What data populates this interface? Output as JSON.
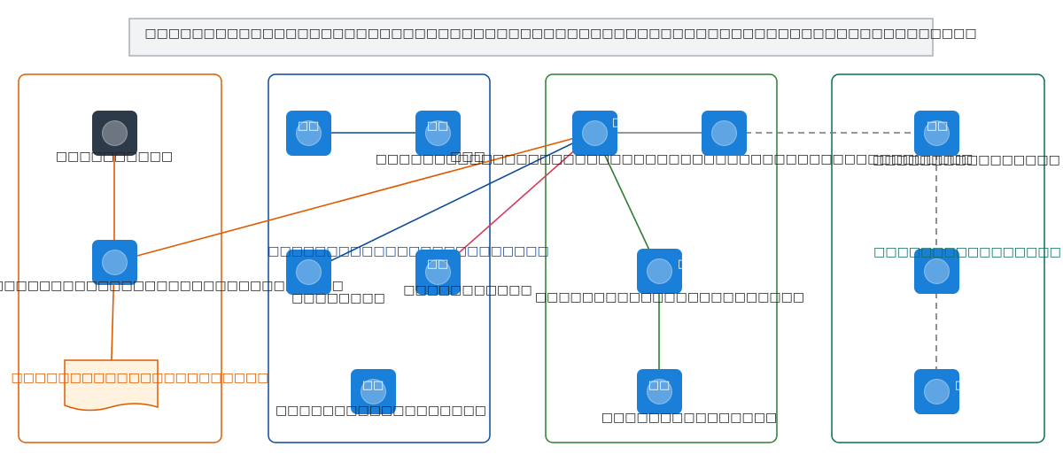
{
  "title": "□□□□□□□□□□□□□□□□□□□□□□□□□□□□□□□□□□□□□□□□□□□□□□□□□□□□□□□□□□□□□□□□□□□□□□□",
  "colors": {
    "orange": "#E05A00",
    "blue": "#0D4A9E",
    "green": "#2E7D32",
    "teal": "#0A6B5A",
    "red": "#D43A5A",
    "gray": "#777777",
    "node_blue": "#1A7FD9",
    "node_dark": "#2D3A4A",
    "doc_fill": "#FFF3E0"
  },
  "groups": [
    {
      "id": "g1",
      "color": "orange"
    },
    {
      "id": "g2",
      "color": "blue"
    },
    {
      "id": "g3",
      "color": "green"
    },
    {
      "id": "g4",
      "color": "teal"
    }
  ],
  "nodes": {
    "g1_user": {
      "label": "□□□□□□□□□□",
      "badge": ""
    },
    "g1_proc": {
      "label": "□□□□□□□□□□□□□□□□□□□□□□□□□□□□□□□□□□",
      "badge": ""
    },
    "g1_doc": {
      "label": "□□□□□□□□□□□□□□□□□□□□□□"
    },
    "g2_a": {
      "label": "",
      "badge": "□□"
    },
    "g2_b": {
      "label": "□□□",
      "badge": "□□"
    },
    "g2_c": {
      "label": "□□□□□□□□",
      "badge": "",
      "annotation": "□□□□□□□□□□□□□□□□□□□□□□□□"
    },
    "g2_d": {
      "label": "□□□□□□□□□□□",
      "badge": "□□"
    },
    "g2_e": {
      "label": "□□□□□□□□□□□□□□□□□□",
      "badge": "□□"
    },
    "g3_a": {
      "label": "□□□□□□□□□□□□□□□□□□□□□□□□□□□□□□□□□□□□□□□□□□□□□□□□□□□",
      "badge": "□"
    },
    "g3_b": {
      "label": "",
      "badge": ""
    },
    "g3_c": {
      "label": "□□□□□□□□□□□□□□□□□□□□□□□",
      "badge": "□"
    },
    "g3_d": {
      "label": "□□□□□□□□□□□□□□□",
      "badge": "□□"
    },
    "g4_a": {
      "label": "□□□□□□□□□□□□□□□□",
      "badge": "□□"
    },
    "g4_b": {
      "label": "",
      "badge": "",
      "annotation": "□□□□□□□□□□□□□□□□"
    },
    "g4_c": {
      "label": "",
      "badge": "□"
    }
  },
  "edges": [
    {
      "from": "g1_user",
      "to": "g1_proc",
      "color": "orange",
      "dashed": false
    },
    {
      "from": "g1_proc",
      "to": "g1_doc",
      "color": "orange",
      "dashed": false
    },
    {
      "from": "g3_a",
      "to": "g1_proc",
      "color": "orange",
      "dashed": false
    },
    {
      "from": "g2_a",
      "to": "g2_b",
      "color": "blue",
      "dashed": false
    },
    {
      "from": "g2_c",
      "to": "g3_a",
      "color": "blue",
      "dashed": false
    },
    {
      "from": "g3_a",
      "to": "g2_d",
      "color": "red",
      "dashed": false
    },
    {
      "from": "g3_a",
      "to": "g3_b",
      "color": "gray",
      "dashed": false
    },
    {
      "from": "g3_a",
      "to": "g3_c",
      "color": "green",
      "dashed": false
    },
    {
      "from": "g3_c",
      "to": "g3_d",
      "color": "green",
      "dashed": false
    },
    {
      "from": "g3_b",
      "to": "g4_a",
      "color": "gray",
      "dashed": true
    },
    {
      "from": "g4_a",
      "to": "g4_b",
      "color": "gray",
      "dashed": true
    },
    {
      "from": "g4_b",
      "to": "g4_c",
      "color": "gray",
      "dashed": true
    }
  ]
}
